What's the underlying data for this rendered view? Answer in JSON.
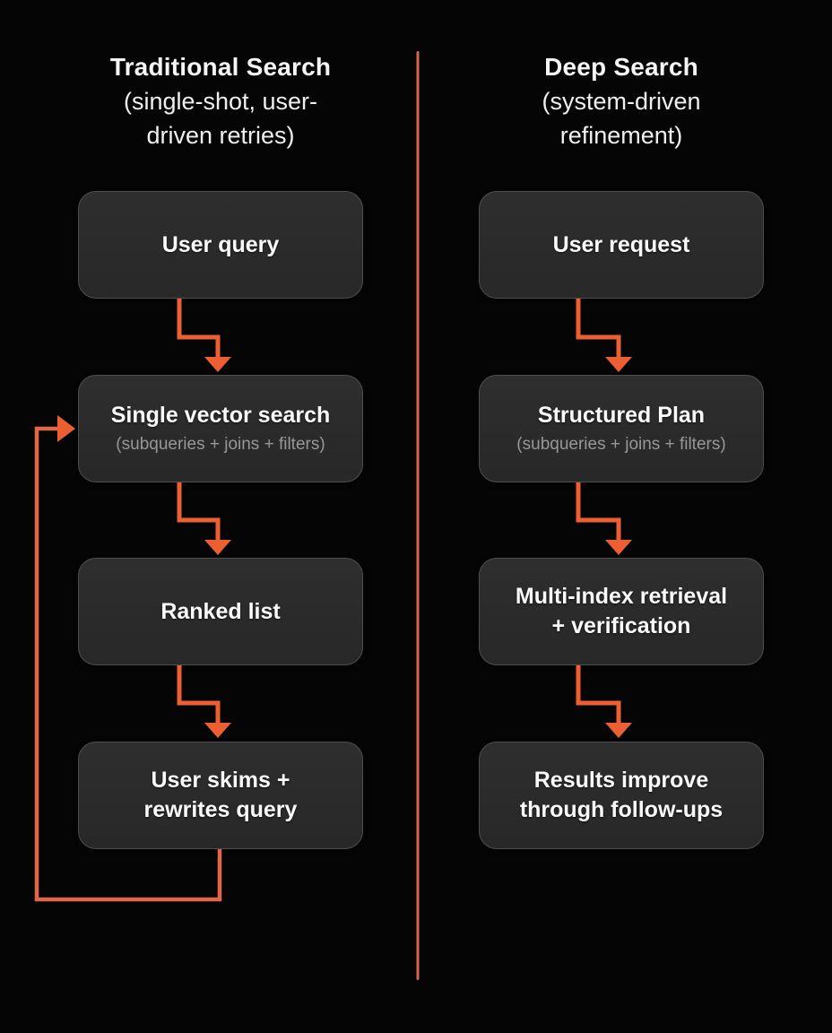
{
  "colors": {
    "background": "#050505",
    "arrow": "#ec5f33",
    "divider": "#d2664a",
    "box_background": "#2b2b2b",
    "box_border": "#4e4e4e",
    "text": "#fafafa",
    "muted_text": "#979797"
  },
  "columns": [
    {
      "id": "traditional",
      "title": "Traditional Search",
      "subtitle_lines": [
        "(single-shot, user-",
        "driven retries)"
      ],
      "boxes": [
        {
          "lines": [
            "User query"
          ]
        },
        {
          "lines": [
            "Single vector search"
          ],
          "sub": "(subqueries + joins + filters)"
        },
        {
          "lines": [
            "Ranked list"
          ]
        },
        {
          "lines": [
            "User skims +",
            "rewrites query"
          ]
        }
      ]
    },
    {
      "id": "deep",
      "title": "Deep Search",
      "subtitle_lines": [
        "(system-driven",
        "refinement)"
      ],
      "boxes": [
        {
          "lines": [
            "User request"
          ]
        },
        {
          "lines": [
            "Structured Plan"
          ],
          "sub": "(subqueries + joins + filters)"
        },
        {
          "lines": [
            "Multi-index retrieval",
            "+ verification"
          ]
        },
        {
          "lines": [
            "Results improve",
            "through follow-ups"
          ]
        }
      ]
    }
  ]
}
